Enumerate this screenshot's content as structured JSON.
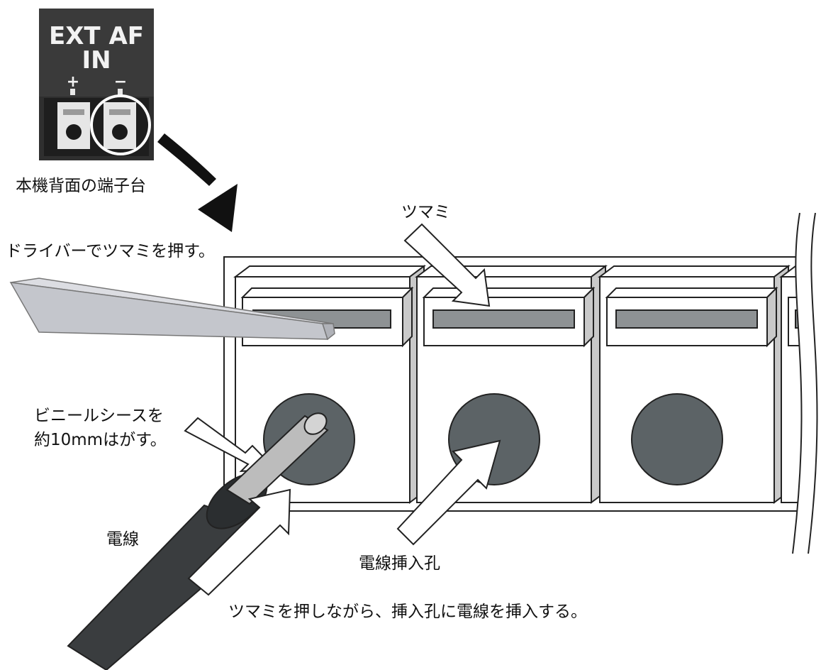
{
  "photo": {
    "label_line1": "EXT AF",
    "label_line2": "IN",
    "plus": "+",
    "minus": "−"
  },
  "labels": {
    "rear_terminal": "本機背面の端子台",
    "knob": "ツマミ",
    "screwdriver": "ドライバーでツマミを押す。",
    "sheath_line1": "ビニールシースを",
    "sheath_line2": "約10mmはがす。",
    "wire": "電線",
    "insertion_hole": "電線挿入孔",
    "instruction": "ツマミを押しながら、挿入孔に電線を挿入する。"
  },
  "colors": {
    "photo_bg": "#2e2e2e",
    "hole": "#5c6366",
    "knob_slot": "#8e9294",
    "screwdriver": "#c4c6cc",
    "wire": "#3a3d3f",
    "conductor": "#bcbcbc"
  }
}
